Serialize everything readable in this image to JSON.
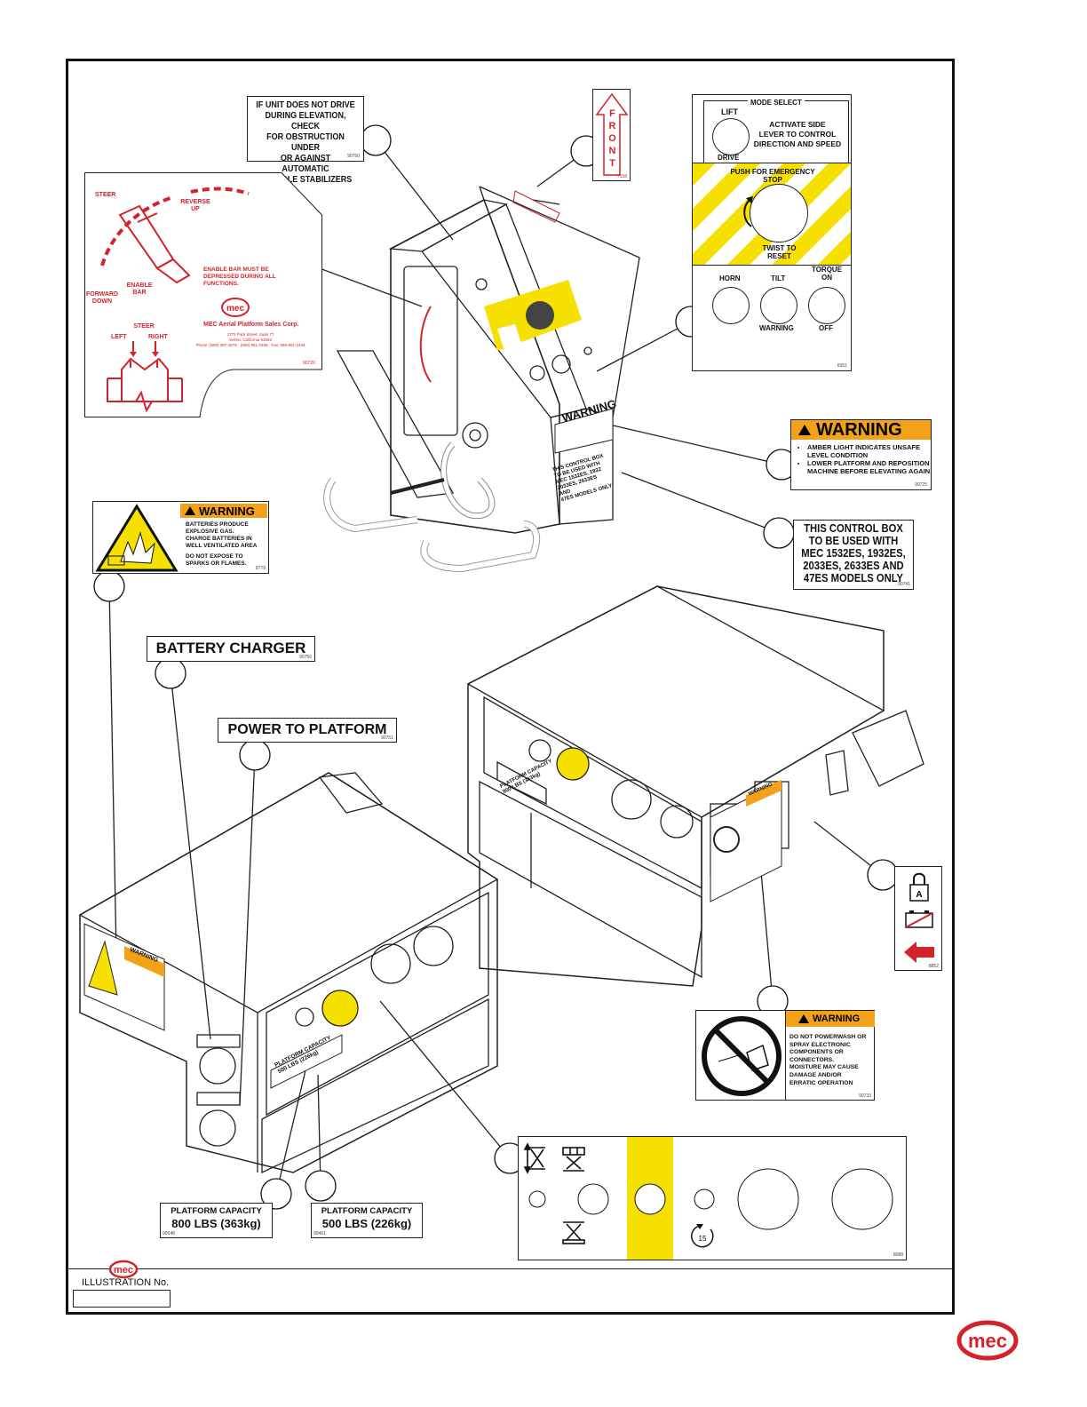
{
  "decals": {
    "drive_obstruction": {
      "lines": [
        "IF UNIT DOES NOT DRIVE",
        "DURING ELEVATION, CHECK",
        "FOR OBSTRUCTION UNDER",
        "OR AGAINST AUTOMATIC",
        "POTHOLE STABILIZERS"
      ],
      "part_no": "90750"
    },
    "front_arrow": {
      "letters": [
        "F",
        "R",
        "O",
        "N",
        "T"
      ],
      "part_no": "7158"
    },
    "mode_select": {
      "title": "MODE SELECT",
      "lift": "LIFT",
      "drive": "DRIVE",
      "activate_text": [
        "ACTIVATE SIDE",
        "LEVER TO CONTROL",
        "DIRECTION AND SPEED"
      ],
      "push_stop": [
        "PUSH FOR EMERGENCY",
        "STOP"
      ],
      "twist_reset": [
        "TWIST TO",
        "RESET"
      ],
      "horn": "HORN",
      "tilt": "TILT",
      "torque_on": [
        "TORQUE",
        "ON"
      ],
      "warning": "WARNING",
      "off": "OFF",
      "part_no": "8351"
    },
    "steer": {
      "steer": "STEER",
      "reverse_up": [
        "REVERSE",
        "UP"
      ],
      "forward_down": [
        "FORWARD",
        "DOWN"
      ],
      "enable_bar": [
        "ENABLE",
        "BAR"
      ],
      "enable_note": [
        "ENABLE BAR MUST BE",
        "DEPRESSED DURING ALL",
        "FUNCTIONS."
      ],
      "brand": "mec",
      "company": "MEC Aerial Platform Sales Corp.",
      "address": [
        "1775 Park Street, Suite 77",
        "Selma, California 93662",
        "Phone: (800) 387-4575 · (559) 891-2488 · Fax: 559-891-2448"
      ],
      "steer_small": "STEER",
      "left": "LEFT",
      "right": "RIGHT",
      "part_no": "90720"
    },
    "amber_warning": {
      "header": "WARNING",
      "bullets": [
        "AMBER LIGHT INDICATES UNSAFE LEVEL CONDITION",
        "LOWER PLATFORM AND REPOSITION MACHINE BEFORE ELEVATING AGAIN"
      ],
      "part_no": "90725"
    },
    "control_box": {
      "lines": [
        "THIS CONTROL BOX",
        "TO BE USED WITH",
        "MEC 1532ES, 1932ES,",
        "2033ES, 2633ES AND",
        "47ES MODELS ONLY"
      ],
      "part_no": "90741"
    },
    "battery_warning": {
      "header": "WARNING",
      "lines": [
        "BATTERIES PRODUCE",
        "EXPLOSIVE GAS.",
        "CHARGE BATTERIES IN",
        "WELL VENTILATED AREA"
      ],
      "lines2": [
        "DO NOT EXPOSE TO",
        "SPARKS OR FLAMES."
      ],
      "part_no": "8779"
    },
    "battery_charger": {
      "text": "BATTERY CHARGER",
      "part_no": "90750"
    },
    "power_platform": {
      "text": "POWER TO PLATFORM",
      "part_no": "90751"
    },
    "powerwash": {
      "header": "WARNING",
      "lines": [
        "DO NOT POWERWASH OR",
        "SPRAY ELECTRONIC",
        "COMPONENTS OR",
        "CONNECTORS.",
        "MOISTURE MAY CAUSE",
        "DAMAGE AND/OR",
        "ERRATIC OPERATION"
      ],
      "part_no": "90733"
    },
    "capacity_800": {
      "title": "PLATFORM CAPACITY",
      "value": "800 LBS (363kg)",
      "part_no": "90548"
    },
    "capacity_500": {
      "title": "PLATFORM CAPACITY",
      "value": "500 LBS (226kg)",
      "part_no": "90461"
    },
    "base_panel": {
      "timer_label": "15",
      "part_no": "8088"
    },
    "lock_battery": {
      "part_no": "8852"
    }
  },
  "drawing_labels": {
    "warning_small": "WARNING",
    "capacity_small": [
      "PLATFORM CAPACITY",
      "500 LBS (226kg)"
    ],
    "capacity_small_800": [
      "PLATFORM CAPACITY",
      "800 LBS (363kg)"
    ],
    "box_text": [
      "THIS CONTROL BOX",
      "TO BE USED WITH",
      "MEC 1532ES, 1932",
      "2033ES, 2633ES AND",
      "47ES MODELS ONLY"
    ]
  },
  "footer": {
    "brand": "mec",
    "illustration_label": "ILLUSTRATION No.",
    "illustration_value": ""
  },
  "colors": {
    "red": "#d2232a",
    "yellow": "#f5e000",
    "orange": "#f4a11a"
  }
}
